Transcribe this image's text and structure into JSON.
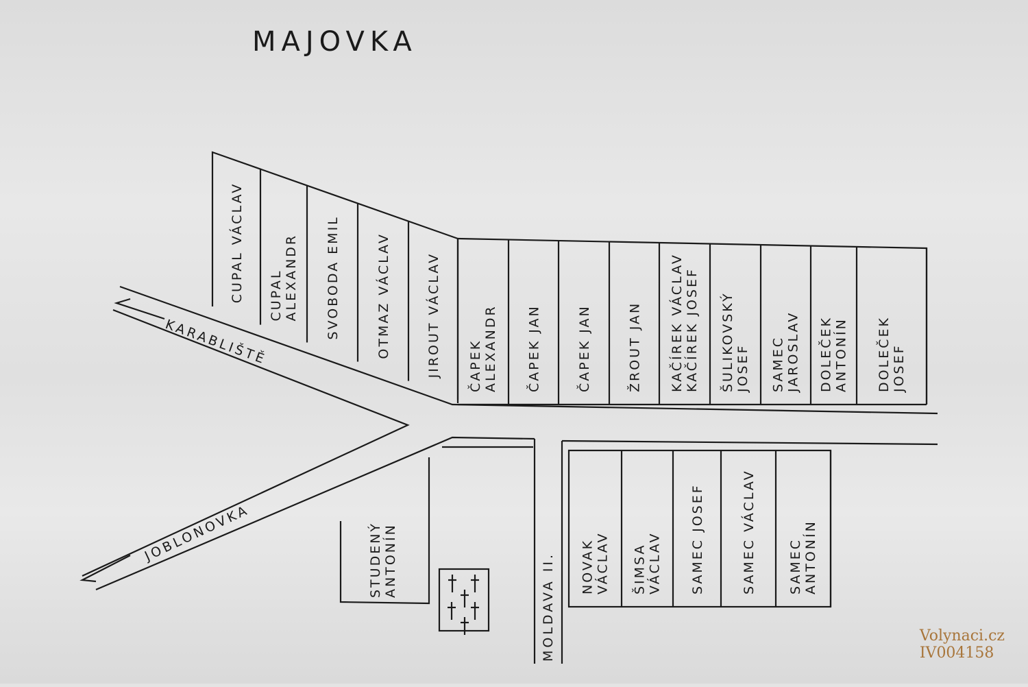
{
  "title": "MAJOVKA",
  "roads": {
    "karabliste": "KARABLIŠTĚ",
    "joblonovka": "JOBLONOVKA",
    "moldava": "MOLDAVA II."
  },
  "plots_upper_slanted": [
    [
      "CUPAL VÁCLAV"
    ],
    [
      "CUPAL",
      "ALEXANDR"
    ],
    [
      "SVOBODA EMIL"
    ],
    [
      "OTMAZ VÁCLAV"
    ],
    [
      "JIROUT VÁCLAV"
    ]
  ],
  "plots_upper_right": [
    [
      "ČAPEK",
      "ALEXANDR"
    ],
    [
      "ČAPEK JAN"
    ],
    [
      "ČAPEK JAN"
    ],
    [
      "ŽROUT JAN"
    ],
    [
      "KAČÍREK VÁCLAV",
      "KAČÍREK JOSEF"
    ],
    [
      "ŠULIKOVSKÝ",
      "JOSEF"
    ],
    [
      "SAMEC",
      "JAROSLAV"
    ],
    [
      "DOLEČEK",
      "ANTONÍN"
    ],
    [
      "DOLEČEK",
      "JOSEF"
    ]
  ],
  "plot_lower_left": [
    "STUDENÝ",
    "ANTONÍN"
  ],
  "plots_lower_right": [
    [
      "NOVAK",
      "VÁCLAV"
    ],
    [
      "ŠIMSA",
      "VÁCLAV"
    ],
    [
      "SAMEC JOSEF"
    ],
    [
      "SAMEC VÁCLAV"
    ],
    [
      "SAMEC",
      "ANTONÍN"
    ]
  ],
  "cemetery_icon": "cross-icon",
  "watermark": {
    "line1": "Volynaci.cz",
    "line2": "IV004158"
  }
}
